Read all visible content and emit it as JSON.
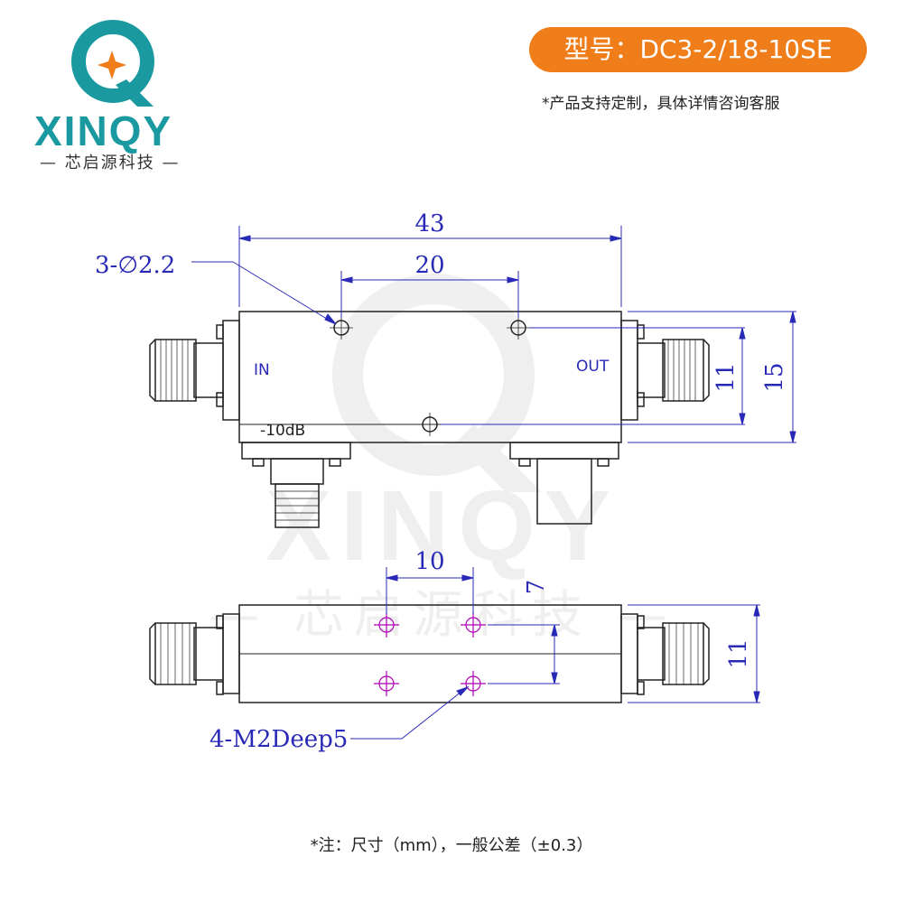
{
  "brand": {
    "name": "XINQY",
    "subtitle": "— 芯启源科技 —"
  },
  "model": {
    "label": "型号：DC3-2/18-10SE"
  },
  "custom_note": "*产品支持定制，具体详情咨询客服",
  "footer_note": "*注：尺寸（mm），一般公差（±0.3）",
  "top_view": {
    "port_in": "IN",
    "port_out": "OUT",
    "coupling": "-10dB",
    "dims": {
      "length": "43",
      "hole_spacing": "20",
      "hole_callout": "3-∅2.2",
      "inner_height": "11",
      "outer_height": "15"
    }
  },
  "side_view": {
    "dims": {
      "spacing": "10",
      "offset": "7",
      "height": "11",
      "thread_callout": "4-M2Deep5"
    }
  },
  "watermark": {
    "text": "XINQY",
    "sub": "— 芯启源科技 —"
  },
  "colors": {
    "accent_orange": "#ef7d1a",
    "brand_teal": "#1a9aa0",
    "dimension_blue": "#2929b8",
    "thread_magenta": "#b000b0"
  }
}
